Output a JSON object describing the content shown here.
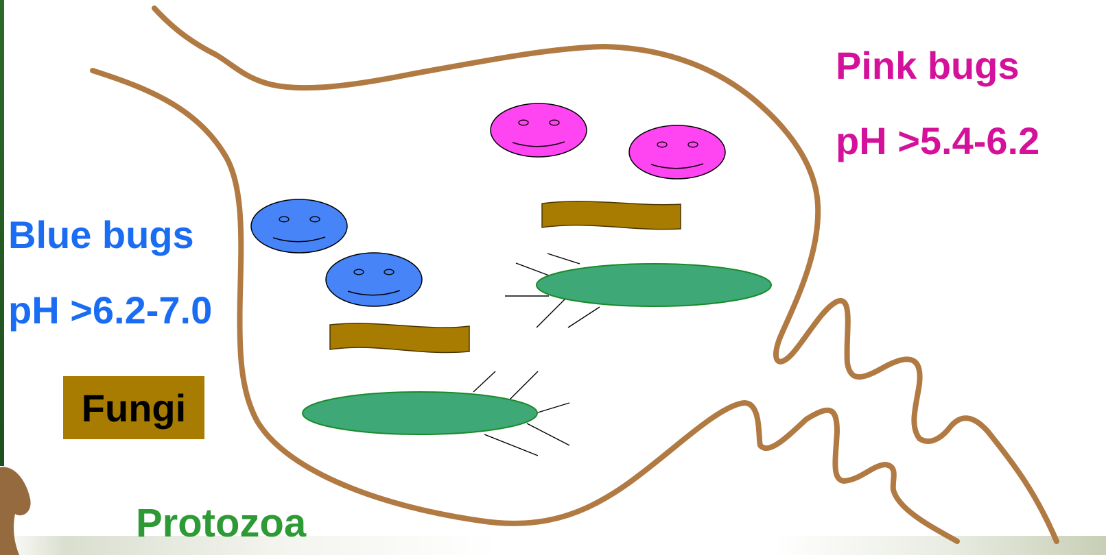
{
  "labels": {
    "pink_title": "Pink bugs",
    "pink_ph": "pH >5.4-6.2",
    "blue_title": "Blue bugs",
    "blue_ph": "pH >6.2-7.0",
    "fungi": "Fungi",
    "protozoa": "Protozoa"
  },
  "colors": {
    "soil_outline": "#b07a42",
    "blue_bug": "#4684f7",
    "pink_bug": "#ff44f1",
    "fungi": "#a87c00",
    "protozoa": "#3ea876",
    "blue_text": "#1a6df2",
    "pink_text": "#d4119a",
    "green_text": "#2e9a36"
  },
  "icons": {
    "bug": "smiley-face-icon",
    "fungus": "fungal-strand-icon",
    "protozoan": "ciliated-cell-icon"
  }
}
